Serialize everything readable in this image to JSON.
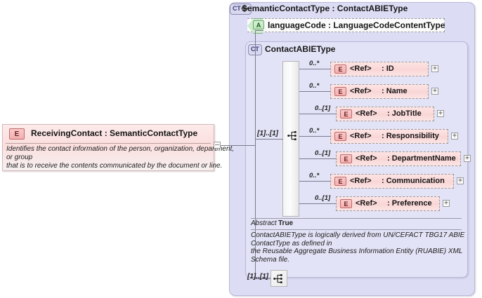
{
  "diagram": {
    "type": "xsd-schema-diagram",
    "outer": {
      "badge": "CT",
      "badge_suffix": "+",
      "title": "SemanticContactType : ContactABIEType",
      "icon_name": "complex-type-extension-icon"
    },
    "attribute": {
      "badge": "A",
      "label": "languageCode : LanguageCodeContentType",
      "icon_name": "attribute-icon"
    },
    "inner": {
      "badge": "CT",
      "title": "ContactABIEType",
      "icon_name": "complex-type-icon"
    },
    "sequence_main": {
      "cardinality": "[1]..[1]",
      "icon_name": "sequence-compositor-icon"
    },
    "sequence_bottom": {
      "cardinality": "[1]..[1]",
      "icon_name": "sequence-compositor-icon"
    },
    "elements": [
      {
        "badge": "E",
        "name": "<Ref>",
        "type": ": ID",
        "cardinality": "0..*",
        "expander": "+"
      },
      {
        "badge": "E",
        "name": "<Ref>",
        "type": ": Name",
        "cardinality": "0..*",
        "expander": "+"
      },
      {
        "badge": "E",
        "name": "<Ref>",
        "type": ": JobTitle",
        "cardinality": "0..[1]",
        "expander": "+"
      },
      {
        "badge": "E",
        "name": "<Ref>",
        "type": ": Responsibility",
        "cardinality": "0..*",
        "expander": "+"
      },
      {
        "badge": "E",
        "name": "<Ref>",
        "type": ": DepartmentName",
        "cardinality": "0..[1]",
        "expander": "+"
      },
      {
        "badge": "E",
        "name": "<Ref>",
        "type": ": Communication",
        "cardinality": "0..*",
        "expander": "+"
      },
      {
        "badge": "E",
        "name": "<Ref>",
        "type": ": Preference",
        "cardinality": "0..[1]",
        "expander": "+"
      }
    ],
    "abstract": {
      "key": "Abstract",
      "value": "True"
    },
    "documentation": [
      "ContactABIEType is logically derived from UN/CEFACT TBG17 ABIE",
      "ContactType as defined in",
      "the Reusable Aggregate Business Information Entity (RUABIE) XML",
      "Schema file."
    ],
    "source_element": {
      "badge": "E",
      "title": "ReceivingContact : SemanticContactType",
      "icon_name": "element-icon",
      "expander": "–",
      "documentation": [
        "Identifies the contact information of the person, organization, department,",
        "or group",
        "that is to receive the contents communicated by the document or line."
      ]
    },
    "colors": {
      "outer_bg": "#dcdcf4",
      "inner_bg": "#e3e3f7",
      "element_bg": "#fad6d6",
      "attribute_bg": "#cdeccd",
      "badge_ct_bg": "#d8d8ef",
      "line": "#7b7b8e"
    }
  }
}
